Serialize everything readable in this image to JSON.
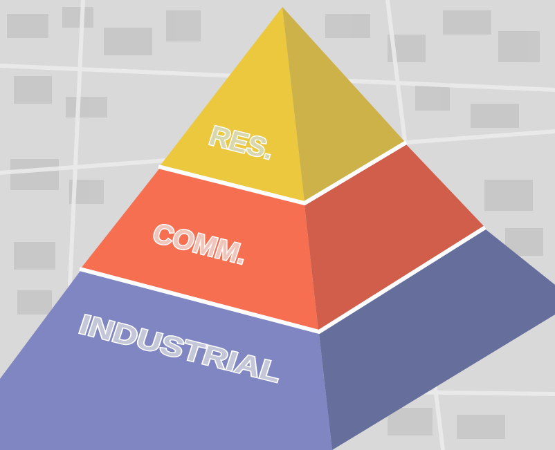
{
  "pyramid": {
    "tiers": [
      {
        "label": "RES.",
        "front_color": "#ecc83e",
        "side_color": "#cdb24a",
        "text_color": "#d9d7ae"
      },
      {
        "label": "COMM.",
        "front_color": "#f56f50",
        "side_color": "#d15e4b",
        "text_color": "#f0c6bc"
      },
      {
        "label": "INDUSTRIAL",
        "front_color": "#7f86c2",
        "side_color": "#666e9b",
        "text_color": "#c4c7d7"
      }
    ],
    "separator_color": "#ffffff",
    "background_color": "#d9d9d9"
  }
}
